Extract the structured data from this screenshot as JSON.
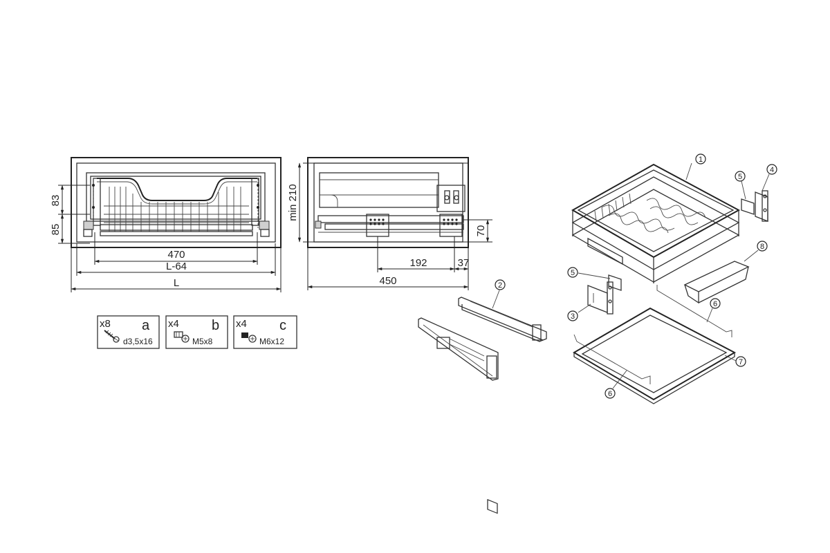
{
  "dimensions": {
    "d83": "83",
    "d85": "85",
    "d470": "470",
    "dL64": "L-64",
    "dL": "L",
    "dmin210": "min 210",
    "d450": "450",
    "d192": "192",
    "d37": "37",
    "d70": "70"
  },
  "fasteners": [
    {
      "qty": "x8",
      "letter": "a",
      "spec": "d3,5x16"
    },
    {
      "qty": "x4",
      "letter": "b",
      "spec": "M5x8"
    },
    {
      "qty": "x4",
      "letter": "c",
      "spec": "M6x12"
    }
  ],
  "callouts": {
    "c1": "1",
    "c2": "2",
    "c3": "3",
    "c4": "4",
    "c5a": "5",
    "c5b": "5",
    "c6a": "6",
    "c6b": "6",
    "c7": "7",
    "c8": "8"
  }
}
